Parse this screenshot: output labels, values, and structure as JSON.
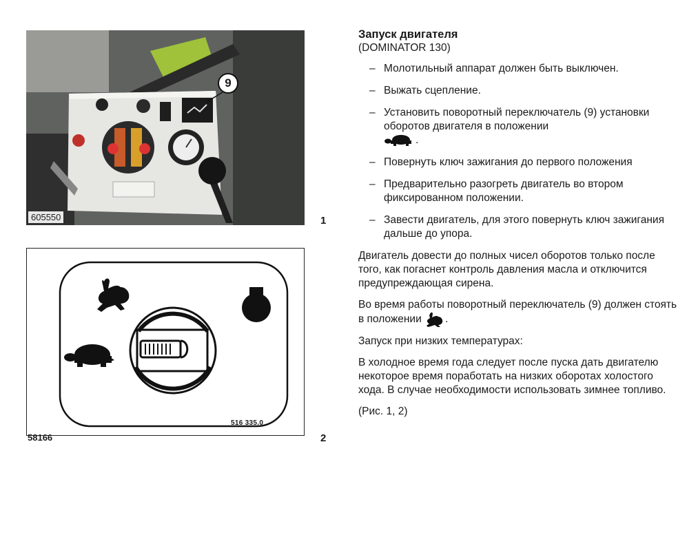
{
  "figure1": {
    "photo_id": "605550",
    "callout": "9",
    "number": "1"
  },
  "figure2": {
    "diagram_code": "516 335.0",
    "id": "58166",
    "number": "2",
    "icons": [
      "rabbit-icon",
      "turtle-icon",
      "engine-symbol-icon",
      "rotary-switch-icon"
    ]
  },
  "text": {
    "title": "Запуск двигателя",
    "subtitle": "(DOMINATOR 130)",
    "steps": [
      "Молотильный аппарат должен быть выключен.",
      "Выжать сцепление.",
      "Установить поворотный переключатель (9) установки оборотов двигателя в положении",
      "Повернуть ключ зажигания до первого положения",
      "Предварительно разогреть двигатель во втором фиксированном положении.",
      "Завести двигатель, для этого повернуть ключ зажигания дальше до упора."
    ],
    "step3_suffix": ".",
    "para1": "Двигатель довести до полных чисел оборотов только после того, как погаснет контроль давления масла и отключится предупреждающая сирена.",
    "para2_text": "Во время работы поворотный переключатель (9) должен стоять в положении",
    "para2_suffix": ".",
    "para3": "Запуск при низких температурах:",
    "para4": "В холодное время года следует после пуска дать двигателю некоторое время поработать на низких оборотах холостого хода. В случае необходимости использовать зимнее топливо.",
    "figure_ref": "(Рис. 1, 2)"
  }
}
